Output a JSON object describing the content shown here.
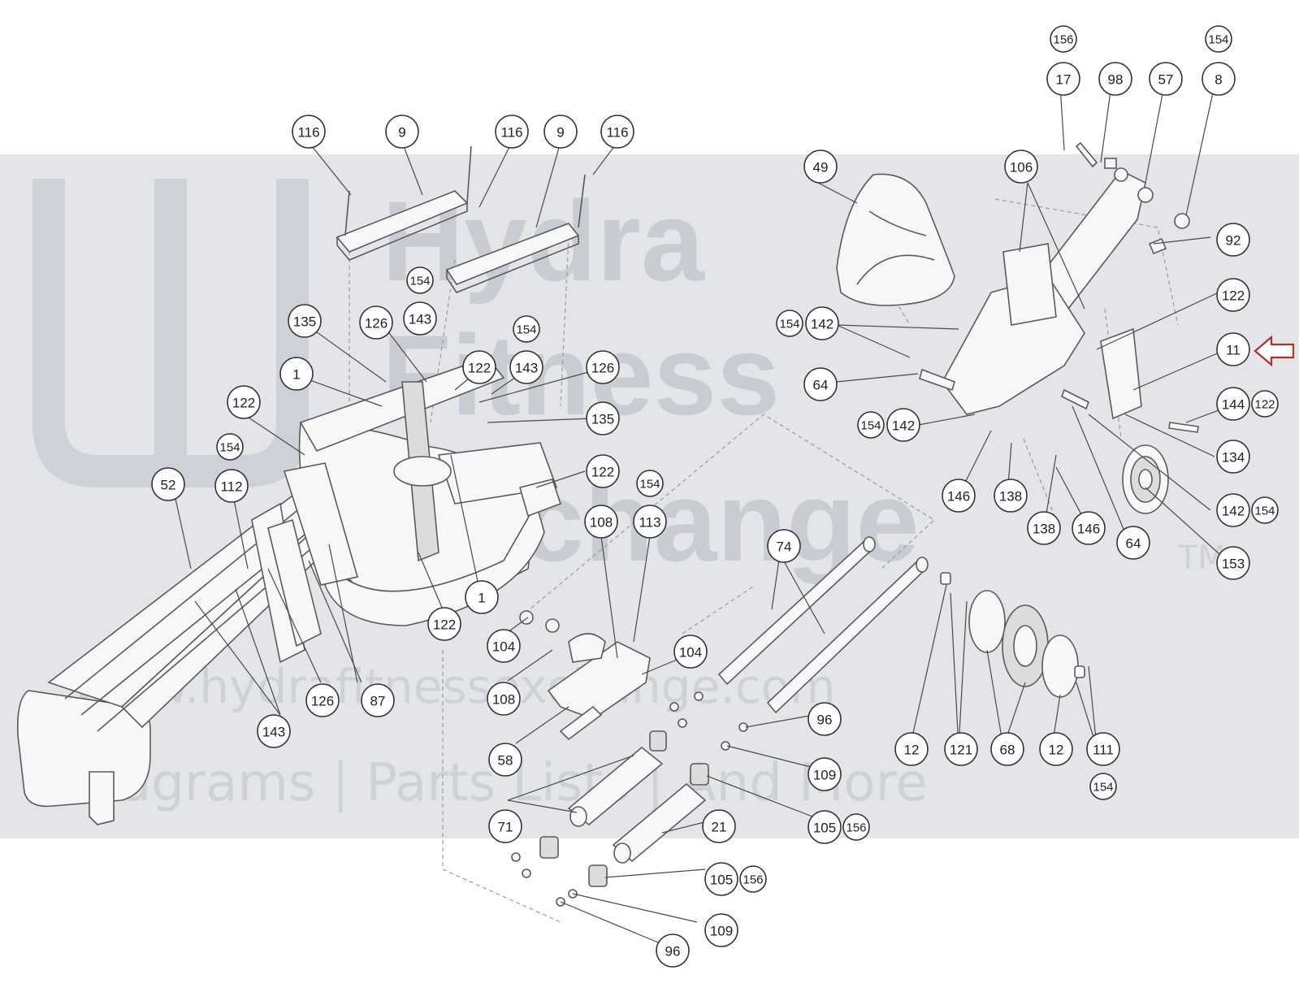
{
  "watermark": {
    "brand_line1": "Hydra",
    "brand_line2": "Fitness",
    "brand_line3": "Exchange",
    "trademark": "TM",
    "url": "www.hydrafitnessexchange.com",
    "tagline": "Diagrams | Parts Lists | And More"
  },
  "colors": {
    "watermark_band": "#e4e5e9",
    "pointer_arrow": "#b03030"
  },
  "pointer": {
    "icon": "left-arrow-outline",
    "target_part": "11"
  },
  "callouts": [
    {
      "id": "c01",
      "label": "116"
    },
    {
      "id": "c02",
      "label": "9"
    },
    {
      "id": "c03",
      "label": "116"
    },
    {
      "id": "c04",
      "label": "9"
    },
    {
      "id": "c05",
      "label": "116"
    },
    {
      "id": "c06",
      "label": "154"
    },
    {
      "id": "c07",
      "label": "143"
    },
    {
      "id": "c08",
      "label": "135"
    },
    {
      "id": "c09",
      "label": "126"
    },
    {
      "id": "c10",
      "label": "154"
    },
    {
      "id": "c11",
      "label": "143"
    },
    {
      "id": "c12",
      "label": "122"
    },
    {
      "id": "c13",
      "label": "126"
    },
    {
      "id": "c14",
      "label": "1"
    },
    {
      "id": "c15",
      "label": "122"
    },
    {
      "id": "c16",
      "label": "135"
    },
    {
      "id": "c17",
      "label": "154"
    },
    {
      "id": "c18",
      "label": "112"
    },
    {
      "id": "c19",
      "label": "52"
    },
    {
      "id": "c20",
      "label": "122"
    },
    {
      "id": "c21",
      "label": "154"
    },
    {
      "id": "c22",
      "label": "108"
    },
    {
      "id": "c23",
      "label": "113"
    },
    {
      "id": "c24",
      "label": "1"
    },
    {
      "id": "c25",
      "label": "122"
    },
    {
      "id": "c26",
      "label": "104"
    },
    {
      "id": "c27",
      "label": "104"
    },
    {
      "id": "c28",
      "label": "108"
    },
    {
      "id": "c29",
      "label": "126"
    },
    {
      "id": "c30",
      "label": "87"
    },
    {
      "id": "c31",
      "label": "143"
    },
    {
      "id": "c32",
      "label": "58"
    },
    {
      "id": "c33",
      "label": "71"
    },
    {
      "id": "c34",
      "label": "21"
    },
    {
      "id": "c35",
      "label": "74"
    },
    {
      "id": "c36",
      "label": "96"
    },
    {
      "id": "c37",
      "label": "109"
    },
    {
      "id": "c38",
      "label": "105"
    },
    {
      "id": "c39",
      "label": "156"
    },
    {
      "id": "c40",
      "label": "105"
    },
    {
      "id": "c41",
      "label": "156"
    },
    {
      "id": "c42",
      "label": "109"
    },
    {
      "id": "c43",
      "label": "96"
    },
    {
      "id": "c44",
      "label": "156"
    },
    {
      "id": "c45",
      "label": "17"
    },
    {
      "id": "c46",
      "label": "98"
    },
    {
      "id": "c47",
      "label": "57"
    },
    {
      "id": "c48",
      "label": "154"
    },
    {
      "id": "c49",
      "label": "8"
    },
    {
      "id": "c50",
      "label": "49"
    },
    {
      "id": "c51",
      "label": "106"
    },
    {
      "id": "c52",
      "label": "92"
    },
    {
      "id": "c53",
      "label": "122"
    },
    {
      "id": "c54",
      "label": "154"
    },
    {
      "id": "c55",
      "label": "142"
    },
    {
      "id": "c56",
      "label": "11"
    },
    {
      "id": "c57",
      "label": "64"
    },
    {
      "id": "c58",
      "label": "154"
    },
    {
      "id": "c59",
      "label": "142"
    },
    {
      "id": "c60",
      "label": "144"
    },
    {
      "id": "c61",
      "label": "122"
    },
    {
      "id": "c62",
      "label": "134"
    },
    {
      "id": "c63",
      "label": "146"
    },
    {
      "id": "c64",
      "label": "138"
    },
    {
      "id": "c65",
      "label": "138"
    },
    {
      "id": "c66",
      "label": "146"
    },
    {
      "id": "c67",
      "label": "64"
    },
    {
      "id": "c68",
      "label": "142"
    },
    {
      "id": "c69",
      "label": "154"
    },
    {
      "id": "c70",
      "label": "153"
    },
    {
      "id": "c71",
      "label": "12"
    },
    {
      "id": "c72",
      "label": "121"
    },
    {
      "id": "c73",
      "label": "68"
    },
    {
      "id": "c74",
      "label": "12"
    },
    {
      "id": "c75",
      "label": "111"
    },
    {
      "id": "c76",
      "label": "154"
    }
  ]
}
